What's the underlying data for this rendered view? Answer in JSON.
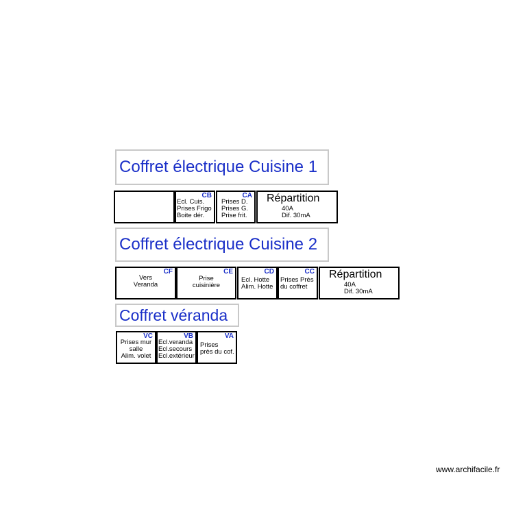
{
  "coffret1": {
    "title": "Coffret électrique Cuisine 1",
    "modules": [
      {
        "code": "",
        "lines": []
      },
      {
        "code": "CB",
        "lines": [
          "Ecl. Cuis.",
          "Prises Frigo",
          "Boite dér."
        ]
      },
      {
        "code": "CA",
        "lines": [
          "Prises D.",
          "Prises G.",
          "Prise frit."
        ]
      }
    ],
    "repartition": {
      "title": "Répartition",
      "lines": [
        "40A",
        "Dif. 30mA"
      ]
    }
  },
  "coffret2": {
    "title": "Coffret électrique Cuisine 2",
    "modules": [
      {
        "code": "CF",
        "lines": [
          "Vers",
          "Veranda"
        ]
      },
      {
        "code": "CE",
        "lines": [
          "Prise",
          "cuisinière"
        ]
      },
      {
        "code": "CD",
        "lines": [
          "Ecl. Hotte",
          "Alim. Hotte"
        ]
      },
      {
        "code": "CC",
        "lines": [
          "Prises Près",
          "du coffret"
        ]
      }
    ],
    "repartition": {
      "title": "Répartition",
      "lines": [
        "40A",
        "Dif. 30mA"
      ]
    }
  },
  "coffret3": {
    "title": "Coffret véranda",
    "modules": [
      {
        "code": "VC",
        "lines": [
          "Prises mur",
          "salle",
          "Alim. volet"
        ]
      },
      {
        "code": "VB",
        "lines": [
          "Ecl.veranda",
          "Ecl.secours",
          "Ecl.extérieur"
        ]
      },
      {
        "code": "VA",
        "lines": [
          "Prises",
          "près du cof."
        ]
      }
    ]
  },
  "footer": {
    "watermark": "www.archifacile.fr"
  },
  "colors": {
    "accent": "#1a2fc8",
    "title_border": "#c8c8c8",
    "cell_border": "#000000"
  }
}
